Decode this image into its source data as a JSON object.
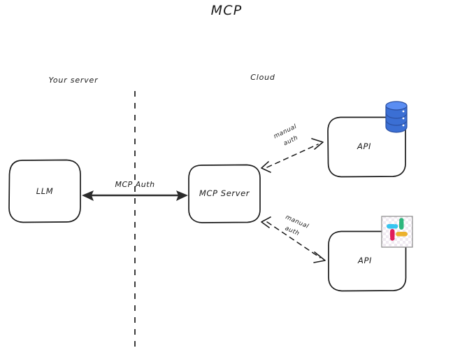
{
  "diagram": {
    "title": "MCP",
    "type": "architecture-diagram",
    "background_color": "#ffffff",
    "ink_color": "#1b1b1b",
    "zones": [
      {
        "id": "left",
        "label": "Your server"
      },
      {
        "id": "right",
        "label": "Cloud"
      }
    ],
    "divider": {
      "name": "zone-divider",
      "style": "dashed-vertical"
    },
    "nodes": [
      {
        "id": "llm",
        "label": "LLM",
        "zone": "left",
        "icon": null
      },
      {
        "id": "mcp-server",
        "label": "MCP Server",
        "zone": "right",
        "icon": null
      },
      {
        "id": "api-top",
        "label": "API",
        "zone": "right",
        "icon": "database-icon"
      },
      {
        "id": "api-bottom",
        "label": "API",
        "zone": "right",
        "icon": "slack-icon"
      }
    ],
    "edges": [
      {
        "id": "llm-mcp",
        "from": "llm",
        "to": "mcp-server",
        "label": "MCP Auth",
        "style": "solid",
        "direction": "bidirectional"
      },
      {
        "id": "mcp-api-top",
        "from": "mcp-server",
        "to": "api-top",
        "label_line1": "manual",
        "label_line2": "auth",
        "style": "dashed",
        "direction": "bidirectional"
      },
      {
        "id": "mcp-api-bottom",
        "from": "mcp-server",
        "to": "api-bottom",
        "label_line1": "manual",
        "label_line2": "auth",
        "style": "dashed",
        "direction": "bidirectional"
      }
    ],
    "icons": {
      "database": {
        "name": "database-icon",
        "colors": {
          "body": "#3b6fd4",
          "top": "#4a7fe8",
          "band": "#2f5bb5",
          "dot": "#ffffff"
        }
      },
      "slack": {
        "name": "slack-icon",
        "colors": {
          "blue": "#36c5f0",
          "green": "#2eb67d",
          "red": "#e01e5a",
          "yellow": "#ecb22e",
          "border": "#888888"
        }
      }
    }
  }
}
